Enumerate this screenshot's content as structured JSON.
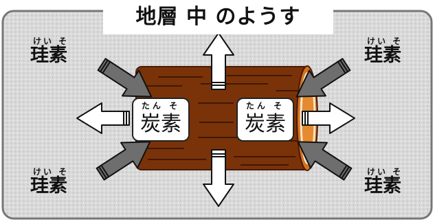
{
  "title": "地層 中 のようす",
  "silicon": {
    "label": "珪素",
    "reading": "けい そ"
  },
  "carbon": {
    "label": "炭素",
    "reading": "たん そ"
  },
  "colors": {
    "panel_bg": "#dcdcdc",
    "border": "#777777",
    "log_body": "#7a3208",
    "log_end": "#d4721f",
    "inflow_arrow": "#6e6e6e",
    "outflow_arrow": "#ffffff"
  }
}
